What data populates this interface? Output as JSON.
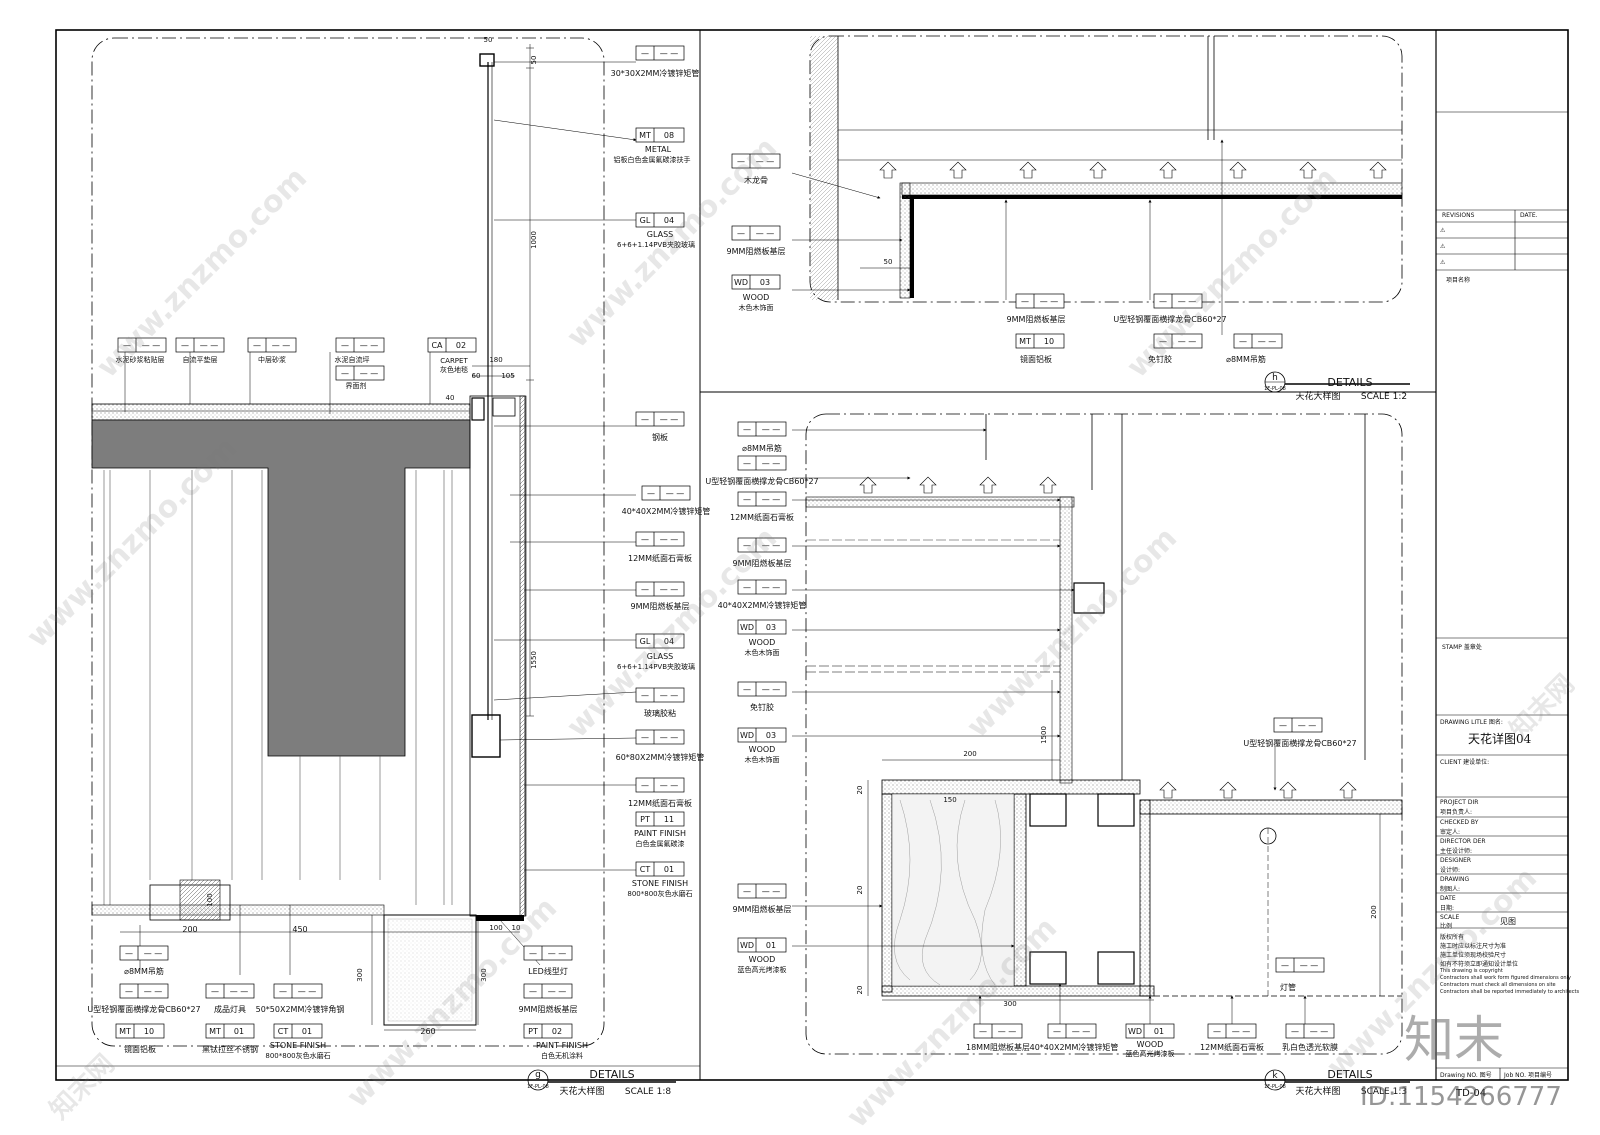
{
  "sheet": {
    "revisions_label": "REVISIONS",
    "date_label": "DATE.",
    "project_name_label": "项目名称",
    "stamp_label": "STAMP 盖章处",
    "drawing_title_label": "DRAWING LITLE 图名:",
    "drawing_title": "天花详图04",
    "client_label": "CLIENT 建设单位:",
    "project_dir_label": "PROJECT DIR",
    "project_dir_cn": "项目负责人:",
    "checked_by_label": "CHECKED BY",
    "checked_by_cn": "审定人:",
    "director_label": "DIRECTOR DER",
    "director_cn": "主任设计师:",
    "designer_label": "DESIGNER",
    "designer_cn": "设计师:",
    "drawing_label": "DRAWING",
    "drawing_cn": "制图人:",
    "date_label2": "DATE",
    "date_cn": "日期:",
    "scale_label": "SCALE",
    "scale_cn": "比例",
    "scale_value": "见图",
    "notes": [
      "版权所有",
      "施工时应以标注尺寸为准",
      "施工单位须现场校验尺寸",
      "如有不符须立即通知设计单位",
      "This drawing is copyright",
      "Contractors shall work form figured dimensions only",
      "Contractors must check all dimensions on site",
      "Contractors shall be reported immediately to architects"
    ],
    "drawing_no_label": "Drawing NO. 图号",
    "job_no_label": "Job NO. 项目编号",
    "drawing_no": "TD-04"
  },
  "details": {
    "g": {
      "letter": "g",
      "ref": "1F-PL-08",
      "title_en": "DETAILS",
      "title_cn": "天花大样图",
      "scale": "SCALE 1:8"
    },
    "h": {
      "letter": "h",
      "ref": "1F-PL-08",
      "title_en": "DETAILS",
      "title_cn": "天花大样图",
      "scale": "SCALE 1:2"
    },
    "k": {
      "letter": "k",
      "ref": "1F-PL-08",
      "title_en": "DETAILS",
      "title_cn": "天花大样图",
      "scale": "SCALE 1:3"
    }
  },
  "labels_g": {
    "pipe_30": "30*30X2MM冷镀锌矩管",
    "metal": "METAL",
    "metal_cn": "铝板白色金属氟碳漆扶手",
    "glass1": "GLASS",
    "glass1_cn": "6+6+1.14PVB夹胶玻璃",
    "cement": "水泥砂浆粘贴层",
    "self_level": "自流平垫层",
    "mid_sand": "中层砂浆",
    "cement_level": "水泥自流坪",
    "interface": "界面剂",
    "carpet": "CARPET",
    "carpet_cn": "灰色地毯",
    "steel_plate": "钢板",
    "pipe_40": "40*40X2MM冷镀锌矩管",
    "gypsum": "12MM纸面石膏板",
    "fire_board": "9MM阻燃板基层",
    "glass2": "GLASS",
    "glass2_cn": "6+6+1.14PVB夹胶玻璃",
    "glass_glue": "玻璃胶粘",
    "pipe_60": "60*80X2MM冷镀锌矩管",
    "gypsum2": "12MM纸面石膏板",
    "paint": "PAINT FINISH",
    "paint_cn": "白色金属氟碳漆",
    "stone": "STONE FINISH",
    "stone_cn": "800*800灰色水磨石",
    "rod": "⌀8MM吊筋",
    "keel": "U型轻钢覆面横撑龙骨CB60*27",
    "lamp": "成品灯具",
    "angle": "50*50X2MM冷镀锌角钢",
    "led": "LED线型灯",
    "mirror_al": "镜面铝板",
    "black_ti": "黑钛拉丝不锈钢",
    "stone2": "STONE FINISH",
    "stone2_cn": "800*800灰色水磨石",
    "fire_board2": "9MM阻燃板基层",
    "paint2": "PAINT FINISH",
    "paint2_cn": "白色无机涂料"
  },
  "tags_g": {
    "mt08": [
      "MT",
      "08"
    ],
    "gl04a": [
      "GL",
      "04"
    ],
    "ca02": [
      "CA",
      "02"
    ],
    "gl04b": [
      "GL",
      "04"
    ],
    "pt11": [
      "PT",
      "11"
    ],
    "ct01a": [
      "CT",
      "01"
    ],
    "mt10": [
      "MT",
      "10"
    ],
    "mt01": [
      "MT",
      "01"
    ],
    "ct01b": [
      "CT",
      "01"
    ],
    "pt02": [
      "PT",
      "02"
    ],
    "blank": [
      "—",
      "— —"
    ]
  },
  "dims_g": {
    "d50a": "50",
    "d50b": "50",
    "d1000": "1000",
    "d180": "180",
    "d60": "60",
    "d105": "105",
    "d40": "40",
    "d1550": "1550",
    "d100": "100",
    "d200": "200",
    "d450": "450",
    "d300a": "300",
    "d300b": "300",
    "d260": "260",
    "d10": "10",
    "d100b": "100"
  },
  "labels_h": {
    "wood_keel": "木龙骨",
    "fire_board": "9MM阻燃板基层",
    "wood": "WOOD",
    "wood_cn": "木色木饰面",
    "fire_board2": "9MM阻燃板基层",
    "keel": "U型轻钢覆面横撑龙骨CB60*27",
    "mirror_al": "镜面铝板",
    "no_nail": "免钉胶",
    "rod": "⌀8MM吊筋",
    "d50": "50"
  },
  "tags_h": {
    "wd03": [
      "WD",
      "03"
    ],
    "mt10": [
      "MT",
      "10"
    ]
  },
  "labels_k": {
    "rod": "⌀8MM吊筋",
    "keel": "U型轻钢覆面横撑龙骨CB60*27",
    "gypsum": "12MM纸面石膏板",
    "fire_board": "9MM阻燃板基层",
    "pipe_40": "40*40X2MM冷镀锌矩管",
    "wood1": "WOOD",
    "wood1_cn": "木色木饰面",
    "no_nail": "免钉胶",
    "wood2": "WOOD",
    "wood2_cn": "木色木饰面",
    "keel2": "U型轻钢覆面横撑龙骨CB60*27",
    "fire_board2": "9MM阻燃板基层",
    "wood3": "WOOD",
    "wood3_cn": "蓝色高光烤漆板",
    "lamp_tube": "灯管",
    "board18": "18MM阻燃板基层",
    "pipe_40b": "40*40X2MM冷镀锌矩管",
    "wood4": "WOOD",
    "wood4_cn": "蓝色高光烤漆板",
    "gypsum2": "12MM纸面石膏板",
    "film": "乳白色透光软膜",
    "d200": "200",
    "d1500": "1500",
    "d150": "150",
    "d20a": "20",
    "d20b": "20",
    "d300": "300",
    "d200b": "200",
    "d20c": "20"
  },
  "tags_k": {
    "wd03a": [
      "WD",
      "03"
    ],
    "wd03b": [
      "WD",
      "03"
    ],
    "wd01a": [
      "WD",
      "01"
    ],
    "wd01b": [
      "WD",
      "01"
    ]
  },
  "watermark": {
    "site": "www.znzmo.com",
    "brand": "知末网",
    "logo": "知末",
    "id": "ID:1154266777"
  }
}
